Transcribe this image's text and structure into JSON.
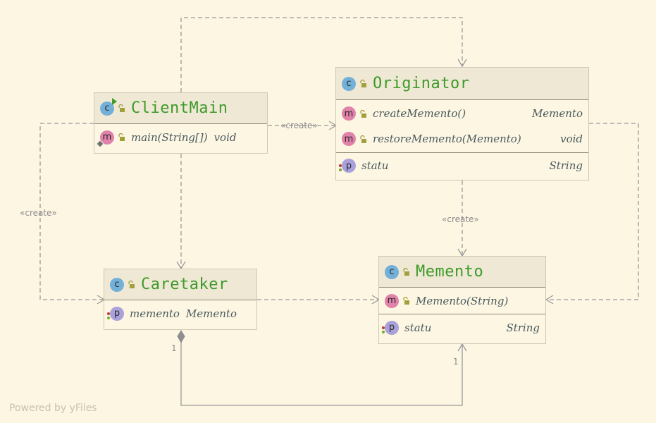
{
  "classes": {
    "client_main": {
      "name": "ClientMain",
      "methods": [
        {
          "name": "main(String[])",
          "type": "void"
        }
      ]
    },
    "originator": {
      "name": "Originator",
      "methods": [
        {
          "name": "createMemento()",
          "type": "Memento"
        },
        {
          "name": "restoreMemento(Memento)",
          "type": "void"
        }
      ],
      "properties": [
        {
          "name": "statu",
          "type": "String"
        }
      ]
    },
    "caretaker": {
      "name": "Caretaker",
      "properties": [
        {
          "name": "memento",
          "type": "Memento"
        }
      ]
    },
    "memento": {
      "name": "Memento",
      "methods": [
        {
          "name": "Memento(String)"
        }
      ],
      "properties": [
        {
          "name": "statu",
          "type": "String"
        }
      ]
    }
  },
  "badges": {
    "class": "c",
    "method": "m",
    "property": "p"
  },
  "edge_labels": {
    "client_to_originator": "«create»",
    "client_to_caretaker": "«create»",
    "originator_to_memento": "«create»",
    "caretaker_multiplicity": "1",
    "memento_multiplicity": "1"
  },
  "watermark": "Powered by yFiles",
  "colors": {
    "background": "#fdf6e3",
    "header": "#eee8d5",
    "class_name": "#3f9a2a",
    "class_badge": "#73b0d8",
    "method_badge": "#e082aa",
    "property_badge": "#a9a2da",
    "edge": "#9a9a9a"
  }
}
